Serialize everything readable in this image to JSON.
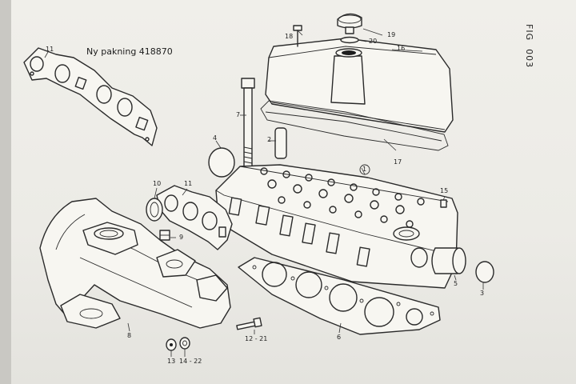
{
  "figure": {
    "prefix": "FIG",
    "number": "003"
  },
  "note": "Ny pakning 418870",
  "callouts": {
    "c11a": "11",
    "c18": "18",
    "c19": "19",
    "c20": "20",
    "c16": "16",
    "c7": "7",
    "c2": "2",
    "c4": "4",
    "c17": "17",
    "c1": "1",
    "c10": "10",
    "c11b": "11",
    "c9": "9",
    "c15": "15",
    "c5": "5",
    "c3": "3",
    "c8": "8",
    "c6": "6",
    "c12": "12 - 21",
    "c13": "13",
    "c14": "14 - 22"
  }
}
